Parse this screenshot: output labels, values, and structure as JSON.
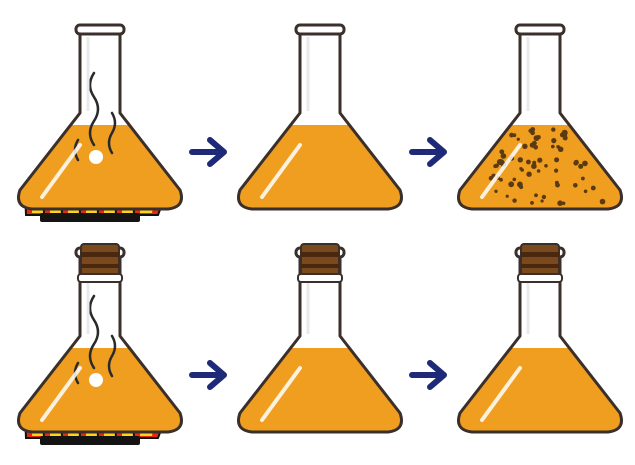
{
  "colors": {
    "background": "#ffffff",
    "liquid": "#ef9e1f",
    "glass_outline": "#3a2f2a",
    "arrow": "#1e2a78",
    "cork": "#7a4a1c",
    "cork_band": "#4a2810",
    "flame_red": "#e62a12",
    "flame_yellow": "#ffd21e",
    "burner": "#141414",
    "steam": "#2a2a2a",
    "growth_dots": "#5a3a12"
  },
  "diagram": {
    "rows": [
      {
        "name": "open-flask-sequence",
        "flasks": [
          {
            "name": "boiling-open-flask",
            "state": "boiling",
            "stoppered": false
          },
          {
            "name": "cooled-open-flask",
            "state": "clear",
            "stoppered": false
          },
          {
            "name": "contaminated-open-flask",
            "state": "contaminated",
            "stoppered": false
          }
        ],
        "arrows": [
          "right-arrow-icon",
          "right-arrow-icon"
        ]
      },
      {
        "name": "stoppered-flask-sequence",
        "flasks": [
          {
            "name": "boiling-stoppered-flask",
            "state": "boiling",
            "stoppered": true
          },
          {
            "name": "cooled-stoppered-flask",
            "state": "clear",
            "stoppered": true
          },
          {
            "name": "sterile-stoppered-flask",
            "state": "clear",
            "stoppered": true
          }
        ],
        "arrows": [
          "right-arrow-icon",
          "right-arrow-icon"
        ]
      }
    ]
  }
}
